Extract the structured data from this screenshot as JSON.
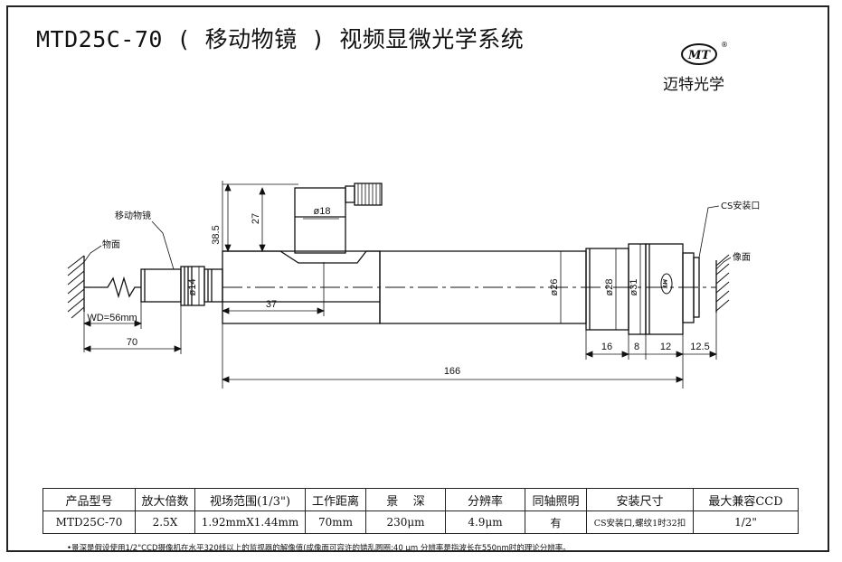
{
  "title": "MTD25C-70 ( 移动物镜 ) 视频显微光学系统",
  "brand": {
    "logo_text": "MT",
    "registered": "®",
    "name": "迈特光学"
  },
  "drawing": {
    "labels": {
      "moving_objective": "移动物镜",
      "object_plane": "物面",
      "image_plane": "像面",
      "cs_mount": "CS安装口",
      "lens_logo": "MT"
    },
    "dims": {
      "d38_5": "38.5",
      "d27": "27",
      "phi18": "ø18",
      "phi14": "ø14",
      "d37": "37",
      "wd": "WD=56mm",
      "d70": "70",
      "phi26": "ø26",
      "phi28": "ø28",
      "phi31": "ø31",
      "d16": "16",
      "d8": "8",
      "d12": "12",
      "d12_5": "12.5",
      "d166": "166"
    }
  },
  "table": {
    "headers": [
      "产品型号",
      "放大倍数",
      "视场范围(1/3\")",
      "工作距离",
      "景    深",
      "分辨率",
      "同轴照明",
      "安装尺寸",
      "最大兼容CCD"
    ],
    "row": [
      "MTD25C-70",
      "2.5X",
      "1.92mmX1.44mm",
      "70mm",
      "230μm",
      "4.9μm",
      "有",
      "CS安装口,螺纹1时32扣",
      "1/2\""
    ]
  },
  "footnote": "•景深是假设使用1/2\"CCD摄像机在水平320线以上的监视器的解像值(成像面可容许的错乱圆圈:40 μm 分辨率是指波长在550nm时的理论分辨率。"
}
